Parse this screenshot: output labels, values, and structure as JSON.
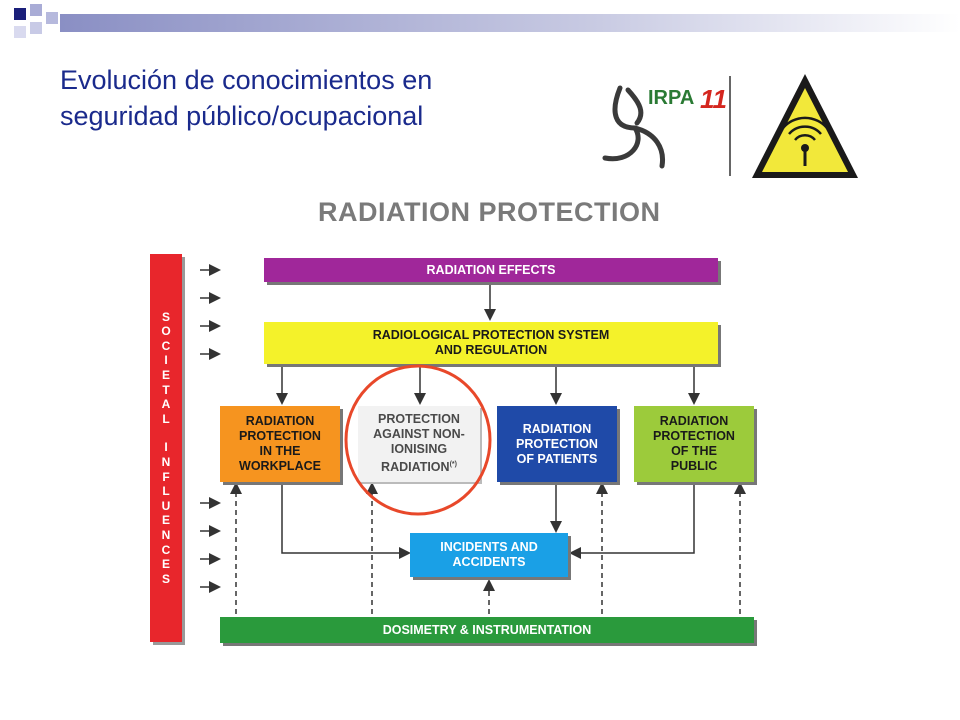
{
  "slide": {
    "title_line1": "Evolución de conocimientos en",
    "title_line2": "seguridad público/ocupacional"
  },
  "logo": {
    "text": "IRPA",
    "number": "11"
  },
  "diagram": {
    "title": "RADIATION PROTECTION",
    "side_label_words": [
      "SOCIETAL",
      "INFLUENCES"
    ],
    "boxes": {
      "effects": "RADIATION EFFECTS",
      "system_line1": "RADIOLOGICAL PROTECTION SYSTEM",
      "system_line2": "AND REGULATION",
      "workplace_l1": "RADIATION",
      "workplace_l2": "PROTECTION",
      "workplace_l3": "IN THE",
      "workplace_l4": "WORKPLACE",
      "nonion_l1": "PROTECTION",
      "nonion_l2": "AGAINST NON-",
      "nonion_l3": "IONISING",
      "nonion_l4": "RADIATION",
      "nonion_note": "(*)",
      "patients_l1": "RADIATION",
      "patients_l2": "PROTECTION",
      "patients_l3": "OF PATIENTS",
      "public_l1": "RADIATION",
      "public_l2": "PROTECTION",
      "public_l3": "OF THE",
      "public_l4": "PUBLIC",
      "incidents_l1": "INCIDENTS AND",
      "incidents_l2": "ACCIDENTS",
      "dosimetry": "DOSIMETRY & INSTRUMENTATION"
    },
    "colors": {
      "effects": "#a0279a",
      "system": "#f4f22a",
      "workplace": "#f6941f",
      "nonion": "#f2f2f2",
      "patients": "#1f4aa8",
      "public": "#9ccb3b",
      "incidents": "#1aa0e6",
      "dosimetry": "#2a9a3c",
      "side": "#e8262c",
      "highlight_circle": "#e8482a"
    }
  }
}
